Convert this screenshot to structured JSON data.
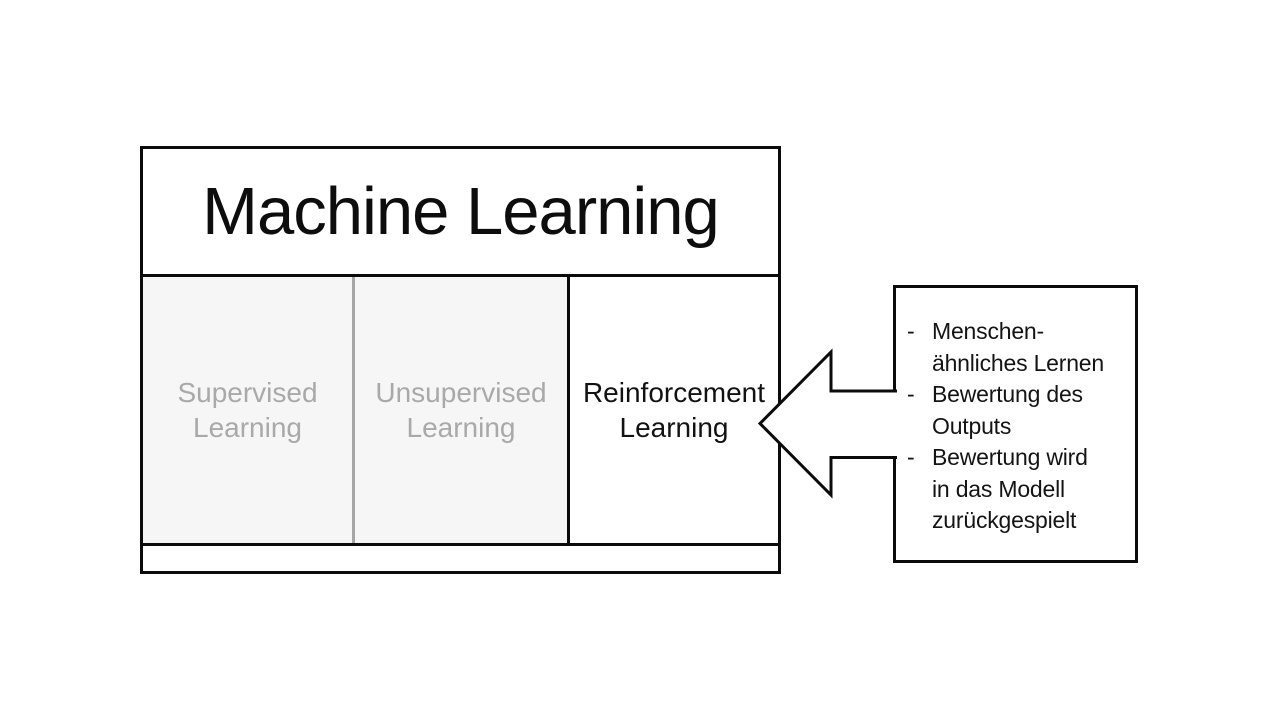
{
  "slide": {
    "background": "#ffffff"
  },
  "ml_box": {
    "title": "Machine Learning",
    "columns": [
      {
        "lines": [
          "Supervised",
          "Learning"
        ],
        "state": "muted"
      },
      {
        "lines": [
          "Unsupervised",
          "Learning"
        ],
        "state": "muted"
      },
      {
        "lines": [
          "Reinforcement",
          "Learning"
        ],
        "state": "highlighted"
      }
    ]
  },
  "note_box": {
    "lines": [
      {
        "marker": "-",
        "text": "Menschen-"
      },
      {
        "marker": "",
        "text": "ähnliches Lernen"
      },
      {
        "marker": "-",
        "text": "Bewertung des"
      },
      {
        "marker": "",
        "text": "Outputs"
      },
      {
        "marker": "-",
        "text": "Bewertung wird"
      },
      {
        "marker": "",
        "text": "in das Modell"
      },
      {
        "marker": "",
        "text": "zurückgespielt"
      }
    ]
  },
  "shapes": {
    "arrow": "left-block-arrow"
  },
  "colors": {
    "outline": "#0b0b0b",
    "text": "#121212",
    "muted_text": "#a9a9a9",
    "muted_fill": "#f6f6f6",
    "divider": "#a6a6a6",
    "background": "#ffffff"
  }
}
